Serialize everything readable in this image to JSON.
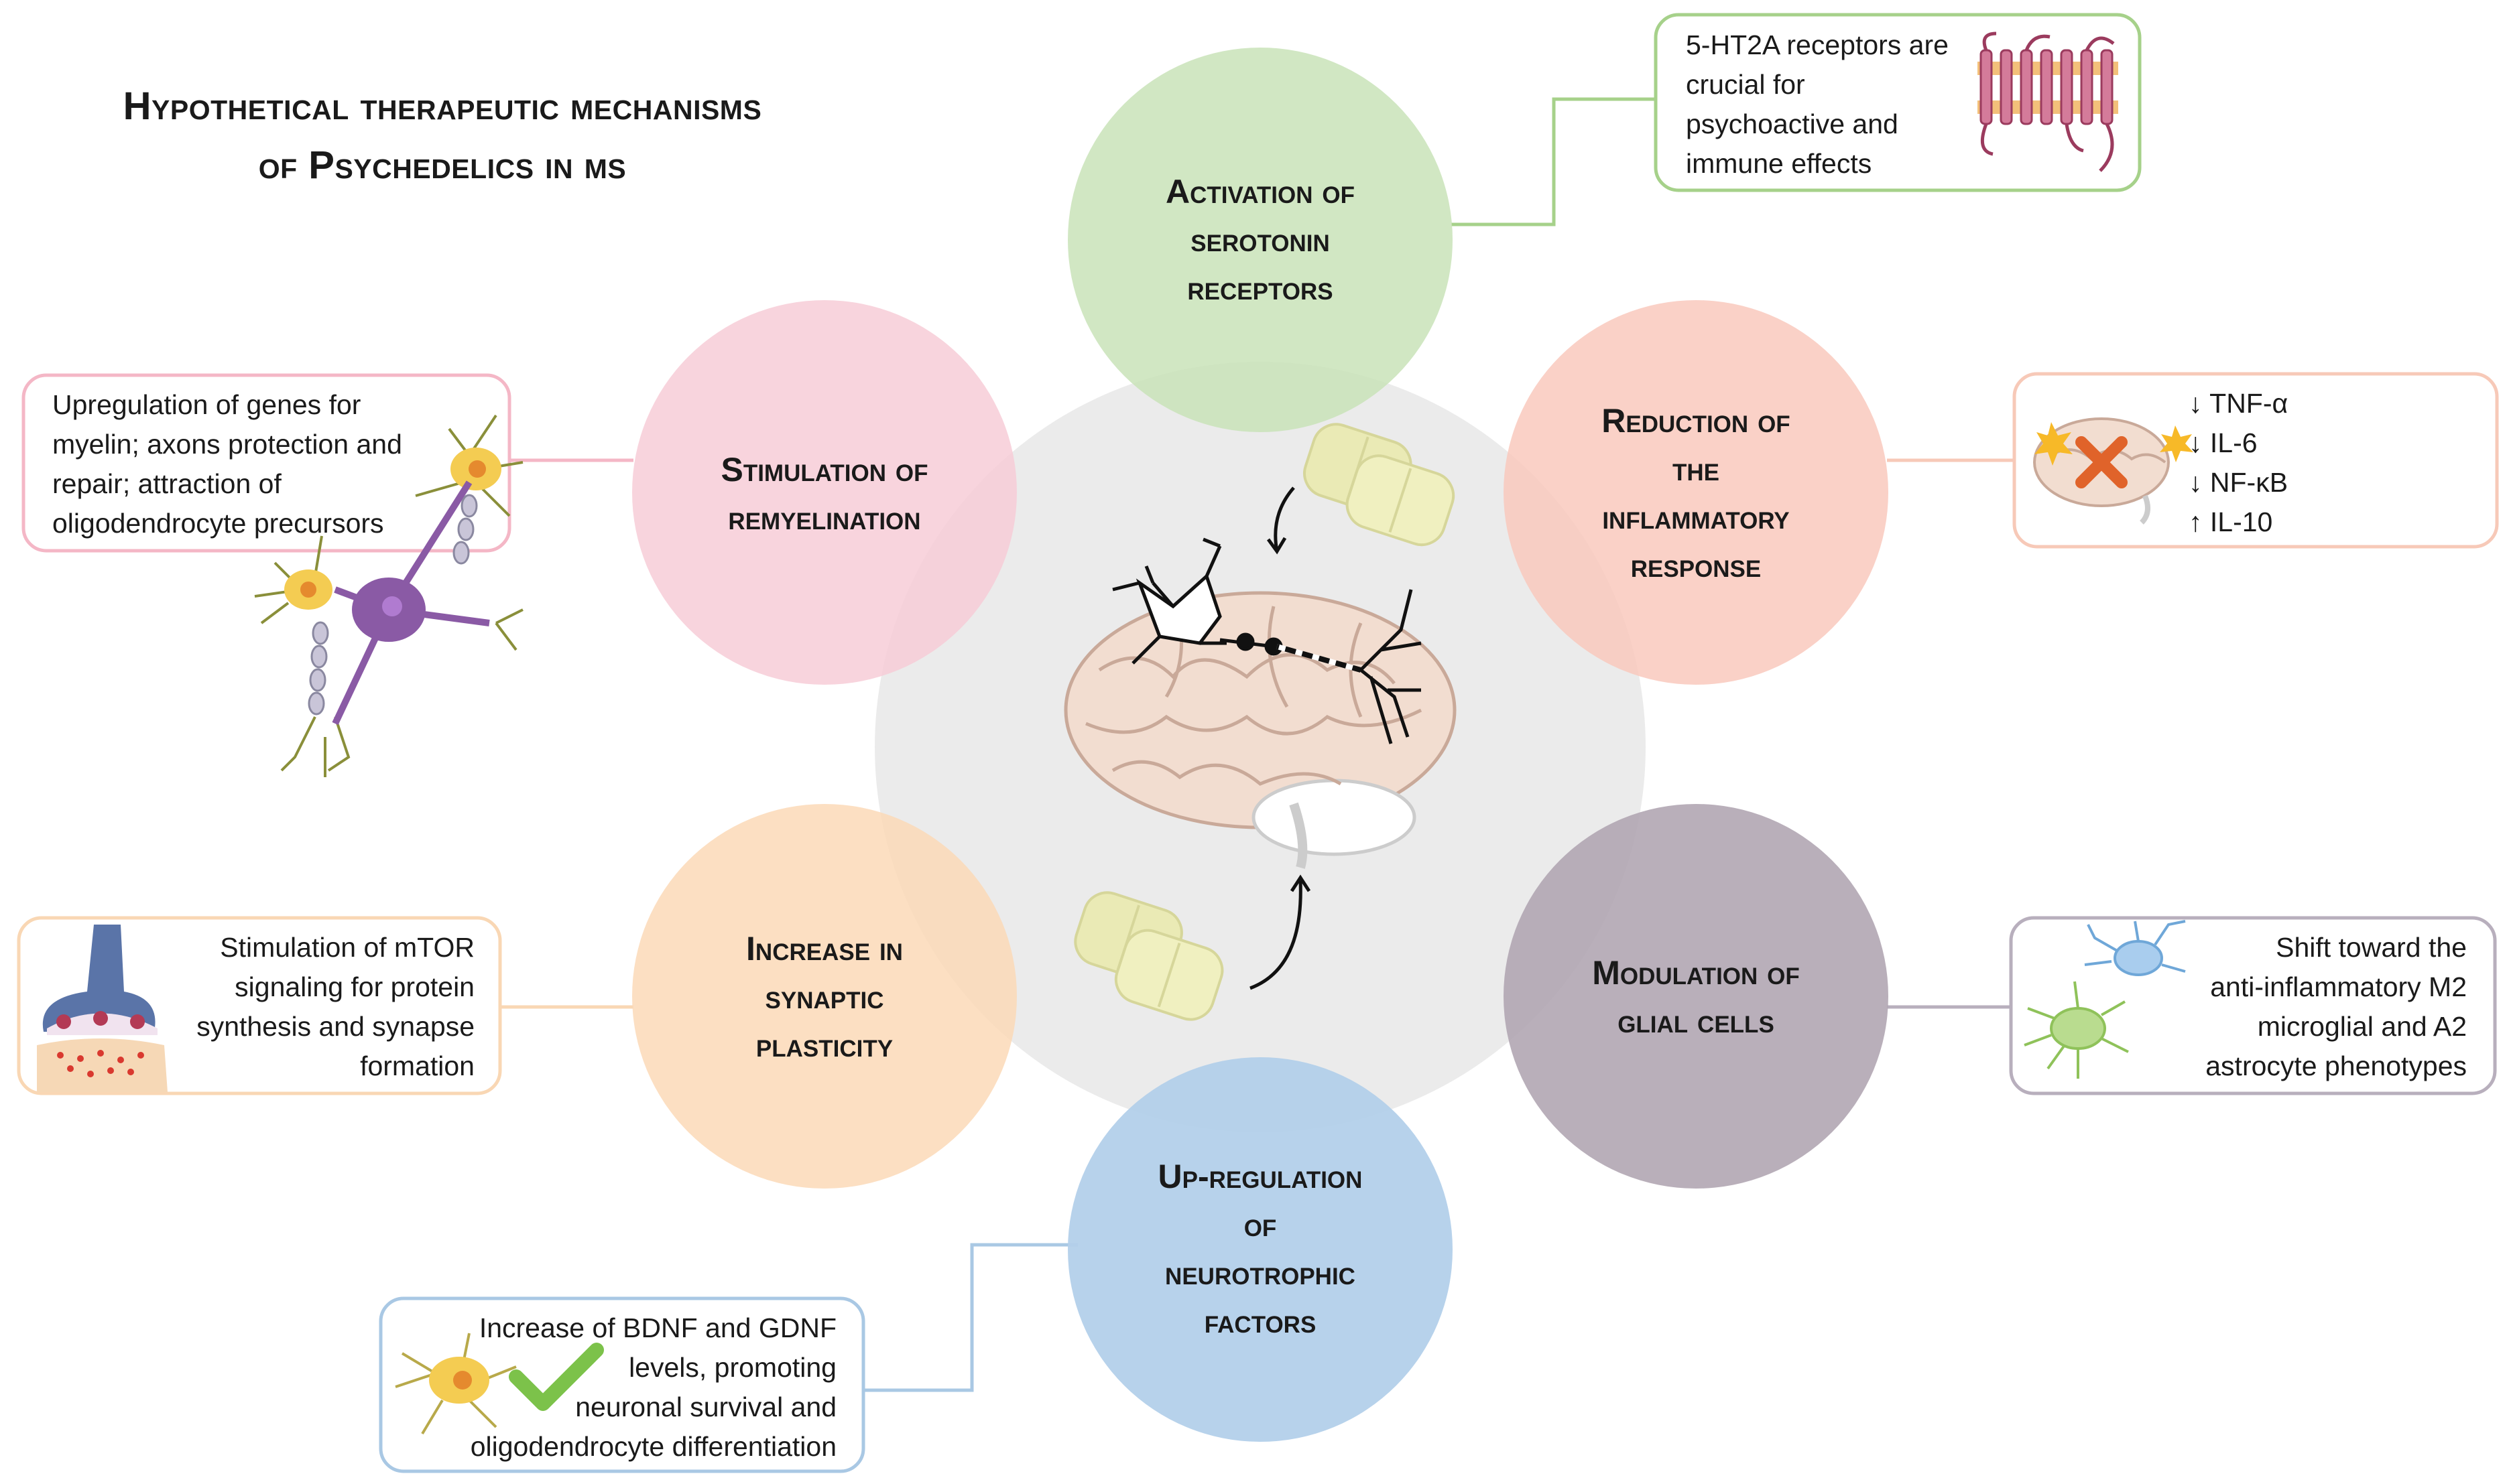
{
  "title": {
    "line1": "Hypothetical therapeutic mechanisms",
    "line2": "of Psychedelics in ms"
  },
  "mechanisms": [
    {
      "id": "serotonin",
      "color": "#c9e3b8",
      "label_lines": [
        "Activation of",
        "serotonin",
        "receptors"
      ],
      "box_border": "#a6d18a",
      "box_lines": [
        "5-HT2A receptors are",
        "crucial for",
        "psychoactive and",
        "immune  effects"
      ],
      "icon": "gpcr-receptor-icon"
    },
    {
      "id": "inflammation",
      "color": "#f9c9bd",
      "label_lines": [
        "Reduction of",
        "the",
        "inflammatory",
        "response"
      ],
      "box_border": "#f7c9b8",
      "cytokines": [
        {
          "arrow": "↓",
          "name": "TNF-α"
        },
        {
          "arrow": "↓",
          "name": "IL-6"
        },
        {
          "arrow": "↓",
          "name": "NF-κB"
        },
        {
          "arrow": "↑",
          "name": "IL-10"
        }
      ],
      "icon": "inflamed-brain-icon"
    },
    {
      "id": "glial",
      "color": "#b1a6b2",
      "label_lines": [
        "Modulation of",
        "glial cells"
      ],
      "box_border": "#b8afbd",
      "box_lines": [
        "Shift toward the",
        "anti-inflammatory M2",
        "microglial and A2",
        "astrocyte phenotypes"
      ],
      "icon": "microglia-astrocyte-icon"
    },
    {
      "id": "neurotrophic",
      "color": "#b3d0ea",
      "label_lines": [
        "Up-regulation",
        "of",
        "neurotrophic",
        "factors"
      ],
      "box_border": "#a9c8e4",
      "box_lines": [
        "Increase of BDNF and GDNF",
        "levels, promoting",
        "neuronal survival and",
        "oligodendrocyte differentiation"
      ],
      "icon": "neuron-checkmark-icon"
    },
    {
      "id": "plasticity",
      "color": "#fbd9b7",
      "label_lines": [
        "Increase in",
        "synaptic",
        "plasticity"
      ],
      "box_border": "#f9d7b4",
      "box_lines": [
        "Stimulation of mTOR",
        "signaling for protein",
        "synthesis and synapse",
        "formation"
      ],
      "icon": "synapse-icon"
    },
    {
      "id": "remyelination",
      "color": "#f7cdd7",
      "label_lines": [
        "Stimulation of",
        "remyelination"
      ],
      "box_border": "#f4b7c6",
      "box_lines": [
        "Upregulation of genes for",
        "myelin; axons protection  and",
        "repair; attraction of",
        "oligodendrocyte precursors"
      ],
      "icon": "oligodendrocyte-icon"
    }
  ],
  "center": {
    "color": "#ebebeb",
    "icons": [
      "brain-icon",
      "pill-icon",
      "neuron-icon"
    ]
  }
}
